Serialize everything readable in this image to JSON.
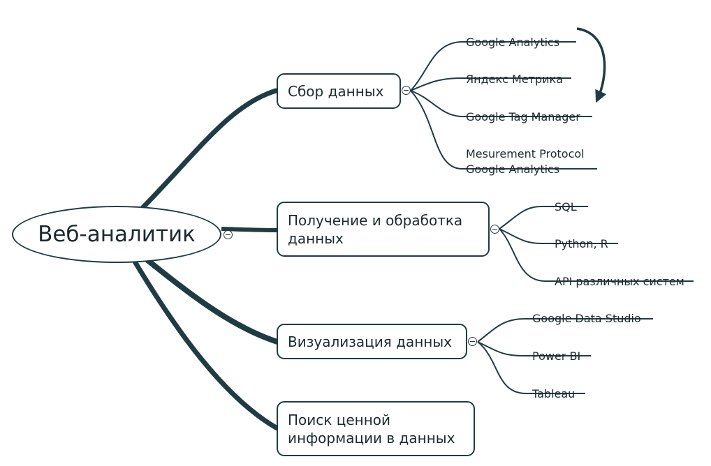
{
  "root": {
    "label": "Веб-аналитик"
  },
  "branches": [
    {
      "label": "Сбор данных",
      "children": [
        "Google Analytics",
        "Яндекс Метрика",
        "Google Tag Manager",
        "Mesurement Protocol\nGoogle Analytics"
      ]
    },
    {
      "label": "Получение и обработка\nданных",
      "children": [
        "SQL",
        "Python, R",
        "API различных систем"
      ]
    },
    {
      "label": "Визуализация данных",
      "children": [
        "Google Data Studio",
        "Power BI",
        "Tableau"
      ]
    },
    {
      "label": "Поиск ценной\nинформации в данных",
      "children": []
    }
  ],
  "colors": {
    "line": "#1f3c42",
    "text": "#1c2a2e"
  },
  "icons": {
    "collapse": "circle-minus-icon",
    "arrow": "curved-arrow-icon"
  }
}
